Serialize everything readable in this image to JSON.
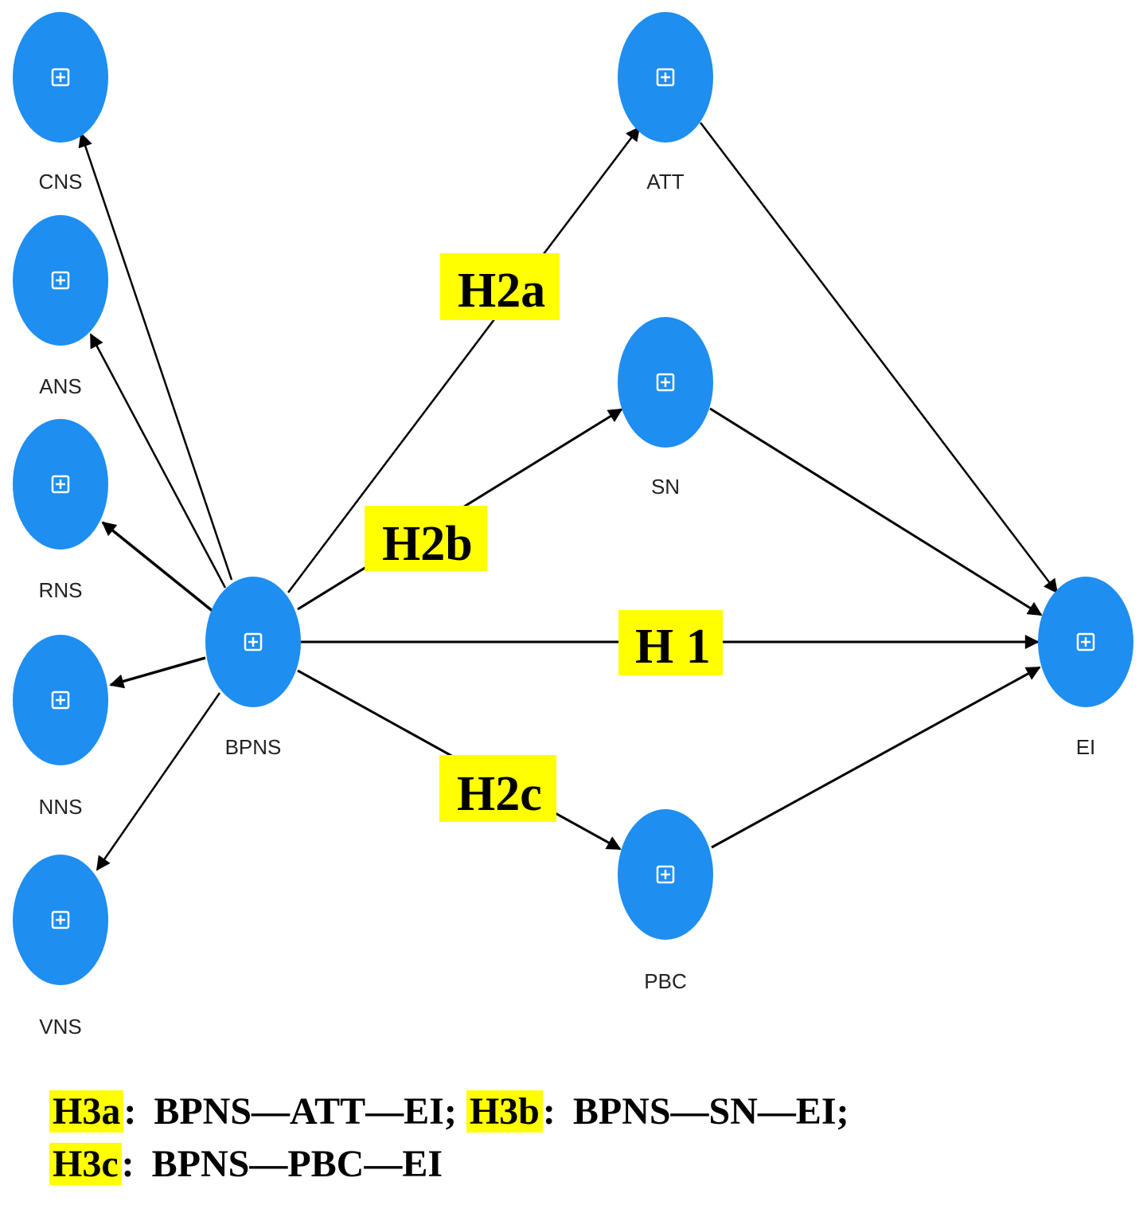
{
  "nodes": [
    {
      "id": "CNS",
      "label": "CNS"
    },
    {
      "id": "ANS",
      "label": "ANS"
    },
    {
      "id": "RNS",
      "label": "RNS"
    },
    {
      "id": "NNS",
      "label": "NNS"
    },
    {
      "id": "VNS",
      "label": "VNS"
    },
    {
      "id": "BPNS",
      "label": "BPNS"
    },
    {
      "id": "ATT",
      "label": "ATT"
    },
    {
      "id": "SN",
      "label": "SN"
    },
    {
      "id": "PBC",
      "label": "PBC"
    },
    {
      "id": "EI",
      "label": "EI"
    }
  ],
  "edges": [
    {
      "from": "BPNS",
      "to": "CNS"
    },
    {
      "from": "BPNS",
      "to": "ANS"
    },
    {
      "from": "BPNS",
      "to": "RNS"
    },
    {
      "from": "BPNS",
      "to": "NNS"
    },
    {
      "from": "BPNS",
      "to": "VNS"
    },
    {
      "from": "BPNS",
      "to": "ATT",
      "hypothesis": "H2a"
    },
    {
      "from": "BPNS",
      "to": "SN",
      "hypothesis": "H2b"
    },
    {
      "from": "BPNS",
      "to": "EI",
      "hypothesis": "H 1"
    },
    {
      "from": "BPNS",
      "to": "PBC",
      "hypothesis": "H2c"
    },
    {
      "from": "ATT",
      "to": "EI"
    },
    {
      "from": "SN",
      "to": "EI"
    },
    {
      "from": "PBC",
      "to": "EI"
    }
  ],
  "hypotheses": {
    "h2a": "H2a",
    "h2b": "H2b",
    "h1": "H 1",
    "h2c": "H2c"
  },
  "legend": {
    "h3a_tag": "H3a",
    "h3a_sep": ":",
    "h3a_path": "BPNS—ATT—EI;",
    "h3b_tag": "H3b",
    "h3b_sep": ":",
    "h3b_path": "BPNS—SN—EI;",
    "h3c_tag": "H3c",
    "h3c_sep": ":",
    "h3c_path": "BPNS—PBC—EI"
  },
  "colors": {
    "node_fill": "#1e8ef0",
    "highlight": "#ffff00",
    "edge": "#000000"
  },
  "icons": {
    "node_icon": "expand-plus-icon"
  }
}
